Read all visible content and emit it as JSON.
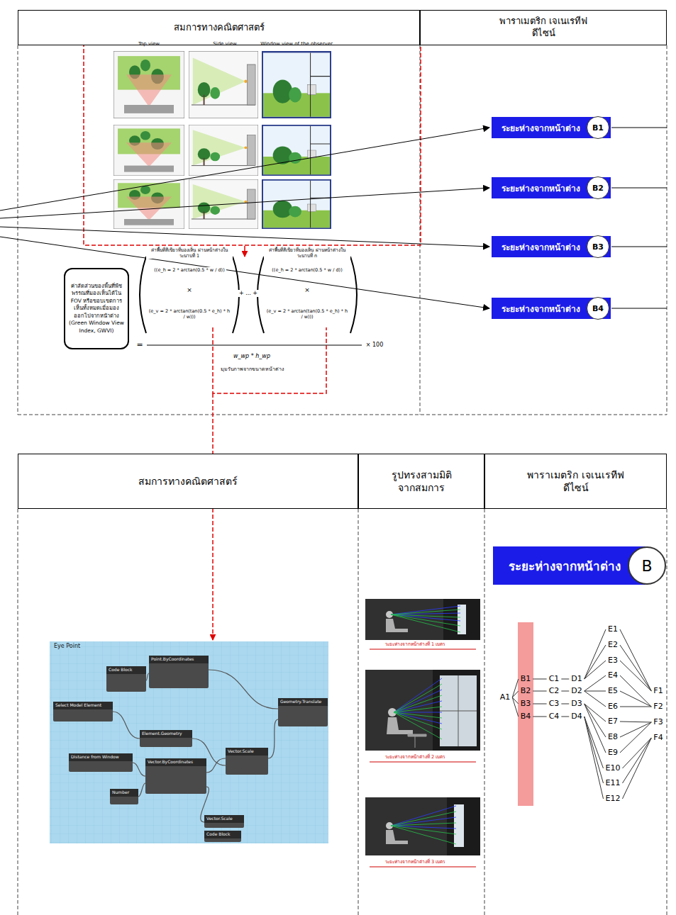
{
  "diagram": {
    "nodes": [
      {
        "text": [
          "สมการทางคณิตศาสตร์"
        ]
      },
      {
        "text": [
          "พาราเมตริก เจเนเรทีฟดีไซน์"
        ]
      },
      {
        "text": [
          "ค่าสัดส่วนของพื้นที่พืชพรรณที่มองเห็นได้ใน FOV หรือขอบเขตการเห็นทั้งหมดเมื่อมองออกไปจากหน้าต่าง (Green Window View Index, GWVI)"
        ]
      },
      {
        "text": [
          "ระยะห่างจากหน้าต่าง"
        ]
      },
      {
        "text": [
          "B1"
        ],
        "in": 3
      },
      {
        "text": [
          "ระยะห่างจากหน้าต่าง"
        ]
      },
      {
        "text": [
          "B2"
        ],
        "in": 5
      },
      {
        "text": [
          "ระยะห่างจากหน้าต่าง"
        ]
      },
      {
        "text": [
          "B3"
        ],
        "in": 7
      },
      {
        "text": [
          "ระยะห่างจากหน้าต่าง"
        ]
      },
      {
        "text": [
          "B4"
        ],
        "in": 9
      },
      {
        "text": [
          "สมการทางคณิตศาสตร์"
        ]
      },
      {
        "text": [
          "รูปทรงสามมิติ จากสมการ"
        ]
      },
      {
        "text": [
          "พาราเมตริก เจเนเรทีฟดีไซน์"
        ]
      },
      {
        "text": [
          "ระยะห่างจากหน้าต่าง"
        ]
      },
      {
        "text": [
          "B"
        ],
        "in": 14
      },
      {
        "text": [
          "A1"
        ]
      },
      {
        "text": [
          "B1"
        ]
      },
      {
        "text": [
          "B2"
        ]
      },
      {
        "text": [
          "B3"
        ]
      },
      {
        "text": [
          "B4"
        ]
      },
      {
        "text": [
          "C1"
        ]
      },
      {
        "text": [
          "C2"
        ]
      },
      {
        "text": [
          "C3"
        ]
      },
      {
        "text": [
          "C4"
        ]
      },
      {
        "text": [
          "D1"
        ]
      },
      {
        "text": [
          "D2"
        ]
      },
      {
        "text": [
          "D3"
        ]
      },
      {
        "text": [
          "D4"
        ]
      },
      {
        "text": [
          "E1"
        ]
      },
      {
        "text": [
          "E2"
        ]
      },
      {
        "text": [
          "E3"
        ]
      },
      {
        "text": [
          "E4"
        ]
      },
      {
        "text": [
          "E5"
        ]
      },
      {
        "text": [
          "E6"
        ]
      },
      {
        "text": [
          "E7"
        ]
      },
      {
        "text": [
          "E8"
        ]
      },
      {
        "text": [
          "E9"
        ]
      },
      {
        "text": [
          "E10"
        ]
      },
      {
        "text": [
          "E11"
        ]
      },
      {
        "text": [
          "E12"
        ]
      },
      {
        "text": [
          "F1"
        ]
      },
      {
        "text": [
          "F2"
        ]
      },
      {
        "text": [
          "F3"
        ]
      },
      {
        "text": [
          "F4"
        ]
      }
    ],
    "edges": [
      {
        "from": 16,
        "to": 17,
        "arrow": "none"
      },
      {
        "from": 16,
        "to": 18,
        "arrow": "none"
      },
      {
        "from": 16,
        "to": 19,
        "arrow": "none"
      },
      {
        "from": 16,
        "to": 20,
        "arrow": "none"
      },
      {
        "from": 17,
        "to": 21,
        "arrow": "none"
      },
      {
        "from": 18,
        "to": 22,
        "arrow": "none"
      },
      {
        "from": 19,
        "to": 23,
        "arrow": "none"
      },
      {
        "from": 20,
        "to": 24,
        "arrow": "none"
      },
      {
        "from": 21,
        "to": 25,
        "arrow": "none"
      },
      {
        "from": 22,
        "to": 26,
        "arrow": "none"
      },
      {
        "from": 23,
        "to": 27,
        "arrow": "none"
      },
      {
        "from": 24,
        "to": 28,
        "arrow": "none"
      },
      {
        "from": 25,
        "to": 29,
        "arrow": "none"
      },
      {
        "from": 25,
        "to": 30,
        "arrow": "none"
      },
      {
        "from": 25,
        "to": 31,
        "arrow": "none"
      },
      {
        "from": 26,
        "to": 32,
        "arrow": "none"
      },
      {
        "from": 26,
        "to": 33,
        "arrow": "none"
      },
      {
        "from": 26,
        "to": 34,
        "arrow": "none"
      },
      {
        "from": 27,
        "to": 35,
        "arrow": "none"
      },
      {
        "from": 27,
        "to": 36,
        "arrow": "none"
      },
      {
        "from": 27,
        "to": 37,
        "arrow": "none"
      },
      {
        "from": 28,
        "to": 38,
        "arrow": "none"
      },
      {
        "from": 28,
        "to": 39,
        "arrow": "none"
      },
      {
        "from": 28,
        "to": 40,
        "arrow": "none"
      },
      {
        "from": 29,
        "to": 41,
        "arrow": "none"
      },
      {
        "from": 30,
        "to": 41,
        "arrow": "none"
      },
      {
        "from": 31,
        "to": 41,
        "arrow": "none"
      },
      {
        "from": 32,
        "to": 42,
        "arrow": "none"
      },
      {
        "from": 33,
        "to": 42,
        "arrow": "none"
      },
      {
        "from": 34,
        "to": 42,
        "arrow": "none"
      },
      {
        "from": 35,
        "to": 43,
        "arrow": "none"
      },
      {
        "from": 36,
        "to": 43,
        "arrow": "none"
      },
      {
        "from": 37,
        "to": 43,
        "arrow": "none"
      },
      {
        "from": 38,
        "to": 44,
        "arrow": "none"
      },
      {
        "from": 39,
        "to": 44,
        "arrow": "none"
      },
      {
        "from": 40,
        "to": 44,
        "arrow": "none"
      }
    ],
    "labels": [
      "Top view",
      "Side view",
      "Window view of the observer",
      "ค่าพื้นที่สีเขียวที่มองเห็น ผ่านหน้าต่างในระนาบที่ 1",
      "ค่าพื้นที่สีเขียวที่มองเห็น ผ่านหน้าต่างในระนาบที่ n",
      "((e_h = 2 * arctan(0.5 * w / d))",
      "×",
      "(e_v = 2 * arctan(tan(0.5 * e_h) * h / w)))",
      "+ ... +",
      "((e_h = 2 * arctan(0.5 * w / d))",
      "×",
      "(e_v = 2 * arctan(tan(0.5 * e_h) * h / w)))",
      "=",
      "w_wp * h_wp",
      "มุมรับภาพจากขนาดหน้าต่าง",
      "× 100",
      "Eye Point",
      "Code Block",
      "Point.ByCoordinates",
      "Select Model Element",
      "Element.Geometry",
      "Distance from Window",
      "Number",
      "Vector.ByCoordinates",
      "Vector.Scale",
      "Geometry.Translate",
      "Vector.Scale",
      "Code Block",
      "ระยะห่างจากหน้าต่างที่ 1 เมตร",
      "ระยะห่างจากหน้าต่างที่ 2 เมตร",
      "ระยะห่างจากหน้าต่างที่ 3 เมตร"
    ]
  }
}
